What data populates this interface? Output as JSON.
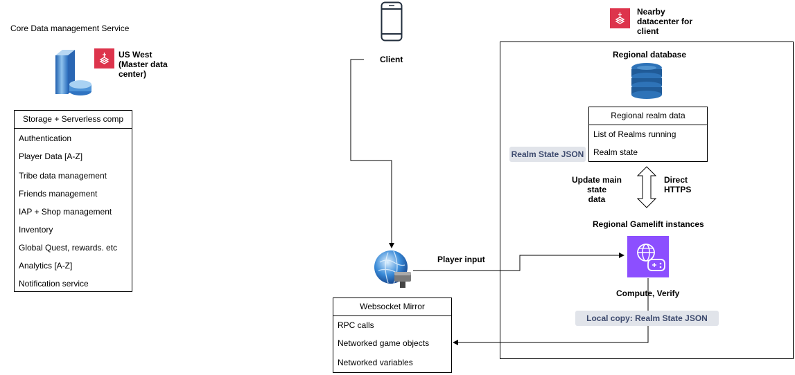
{
  "core_title": "Core Data management Service",
  "us_west": {
    "line1": "US West",
    "line2": "(Master data",
    "line3": "center)"
  },
  "storage": {
    "header": "Storage + Serverless comp",
    "items": [
      "Authentication",
      "Player Data [A-Z]",
      "Tribe data management",
      "Friends management",
      "IAP + Shop management",
      "Inventory",
      "Global Quest, rewards. etc",
      "Analytics [A-Z]",
      "Notification service"
    ]
  },
  "client_label": "Client",
  "nearby": {
    "line1": "Nearby",
    "line2": "datacenter for",
    "line3": "client"
  },
  "regional_db_title": "Regional database",
  "realm": {
    "header": "Regional realm data",
    "items": [
      "List of Realms running",
      "Realm state"
    ]
  },
  "realm_state_json": "Realm State JSON",
  "update_label": {
    "line1": "Update main state",
    "line2": "data"
  },
  "direct_label": {
    "line1": "Direct",
    "line2": "HTTPS"
  },
  "gamelift_title": "Regional Gamelift instances",
  "compute_label": "Compute, Verify",
  "local_copy": "Local copy: Realm State JSON",
  "player_input": "Player input",
  "websocket": {
    "header": "Websocket Mirror",
    "items": [
      "RPC calls",
      "Networked game objects",
      "Networked variables"
    ]
  },
  "colors": {
    "aws_red": "#dd344c",
    "aws_purple": "#8c4fff",
    "dynamo_blue": "#2e73b8",
    "pill_bg": "#e1e4ea"
  }
}
